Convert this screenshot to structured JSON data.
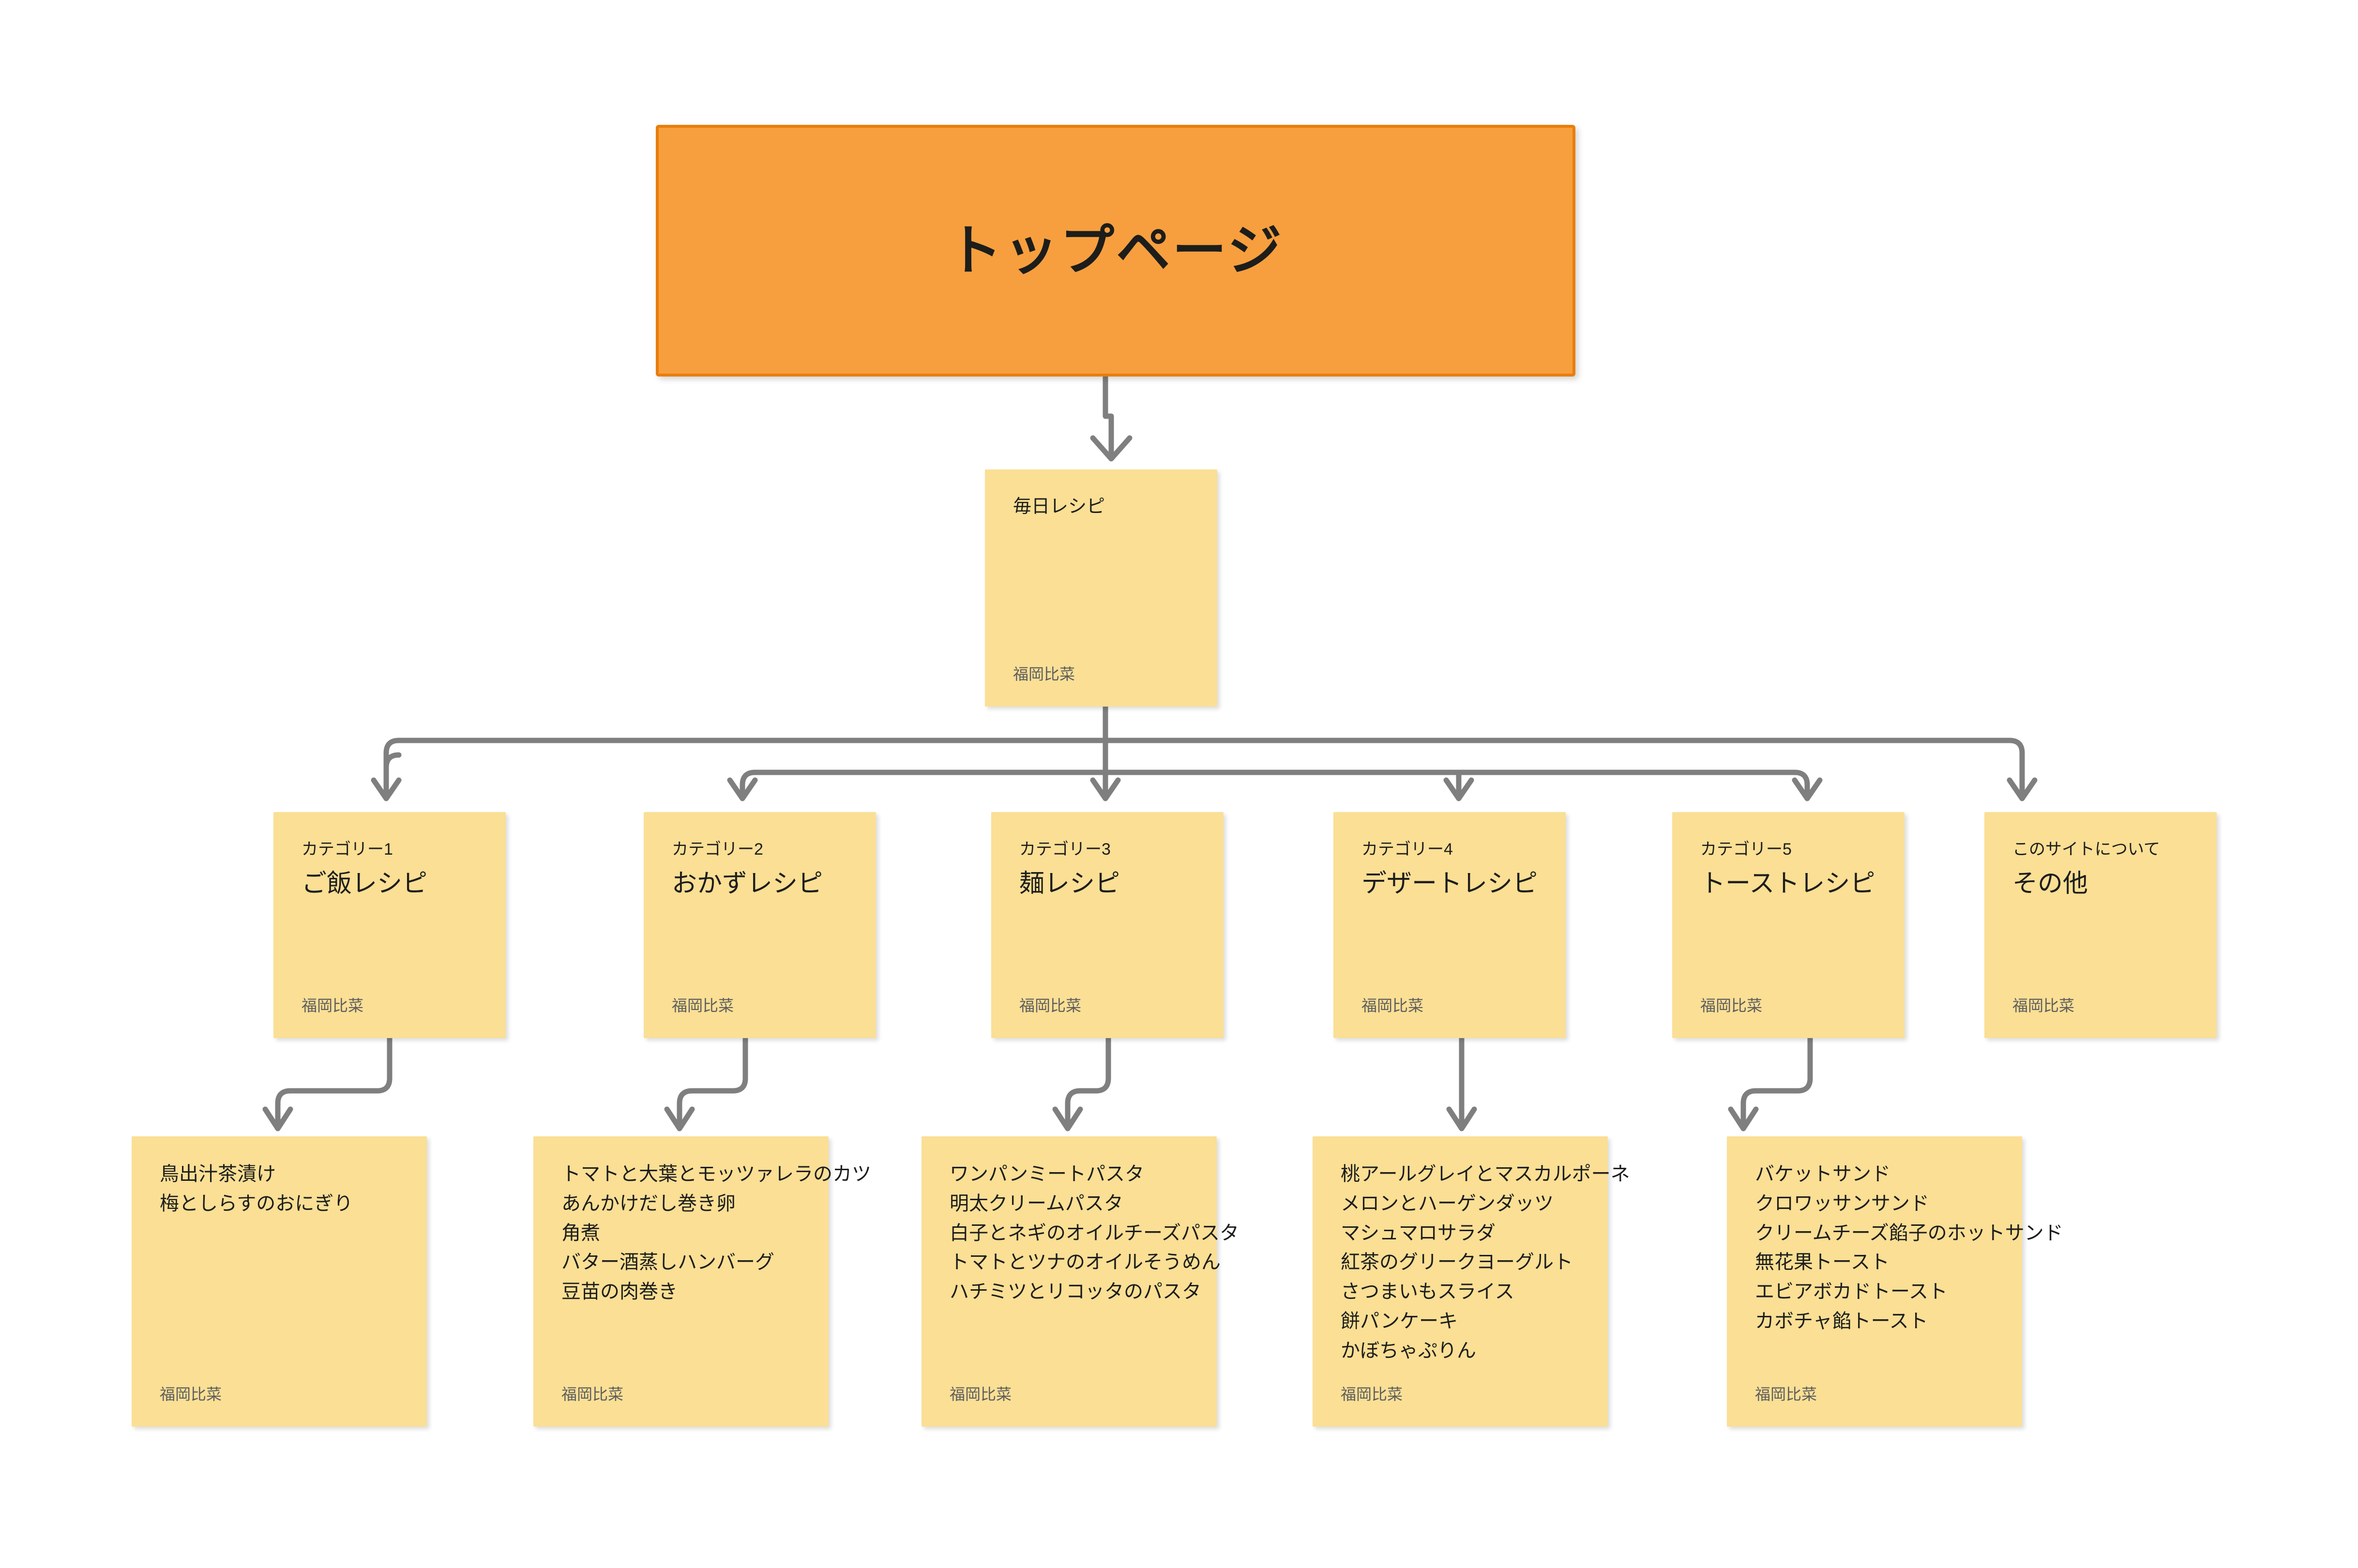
{
  "diagram": {
    "type": "site-map-tree",
    "background_color": "#ffffff",
    "colors": {
      "root_fill": "#F79F3E",
      "root_border": "#E87E0A",
      "card_fill": "#FADF95",
      "connector": "#7F7F7F",
      "text": "#1d1d1b",
      "footer_text": "#5d5d5d"
    }
  },
  "root": {
    "title": "トップページ"
  },
  "level2": {
    "title": "毎日レシピ",
    "footer": "福岡比菜"
  },
  "categories": [
    {
      "kicker": "カテゴリー1",
      "title": "ご飯レシピ",
      "footer": "福岡比菜"
    },
    {
      "kicker": "カテゴリー2",
      "title": "おかずレシピ",
      "footer": "福岡比菜"
    },
    {
      "kicker": "カテゴリー3",
      "title": "麺レシピ",
      "footer": "福岡比菜"
    },
    {
      "kicker": "カテゴリー4",
      "title": "デザートレシピ",
      "footer": "福岡比菜"
    },
    {
      "kicker": "カテゴリー5",
      "title": "トーストレシピ",
      "footer": "福岡比菜"
    },
    {
      "kicker": "このサイトについて",
      "title": "その他",
      "footer": "福岡比菜"
    }
  ],
  "leaves": [
    {
      "items": [
        "鳥出汁茶漬け",
        "梅としらすのおにぎり"
      ],
      "footer": "福岡比菜"
    },
    {
      "items": [
        "トマトと大葉とモッツァレラのカツ",
        "あんかけだし巻き卵",
        "角煮",
        "バター酒蒸しハンバーグ",
        "豆苗の肉巻き"
      ],
      "footer": "福岡比菜"
    },
    {
      "items": [
        "ワンパンミートパスタ",
        "明太クリームパスタ",
        "白子とネギのオイルチーズパスタ",
        "トマトとツナのオイルそうめん",
        "ハチミツとリコッタのパスタ"
      ],
      "footer": "福岡比菜"
    },
    {
      "items": [
        "桃アールグレイとマスカルポーネ",
        "メロンとハーゲンダッツ",
        "マシュマロサラダ",
        "紅茶のグリークヨーグルト",
        "さつまいもスライス",
        "餅パンケーキ",
        "かぼちゃぷりん"
      ],
      "footer": "福岡比菜"
    },
    {
      "items": [
        "バケットサンド",
        "クロワッサンサンド",
        "クリームチーズ餡子のホットサンド",
        "無花果トースト",
        "エビアボカドトースト",
        "カボチャ餡トースト"
      ],
      "footer": "福岡比菜"
    }
  ]
}
